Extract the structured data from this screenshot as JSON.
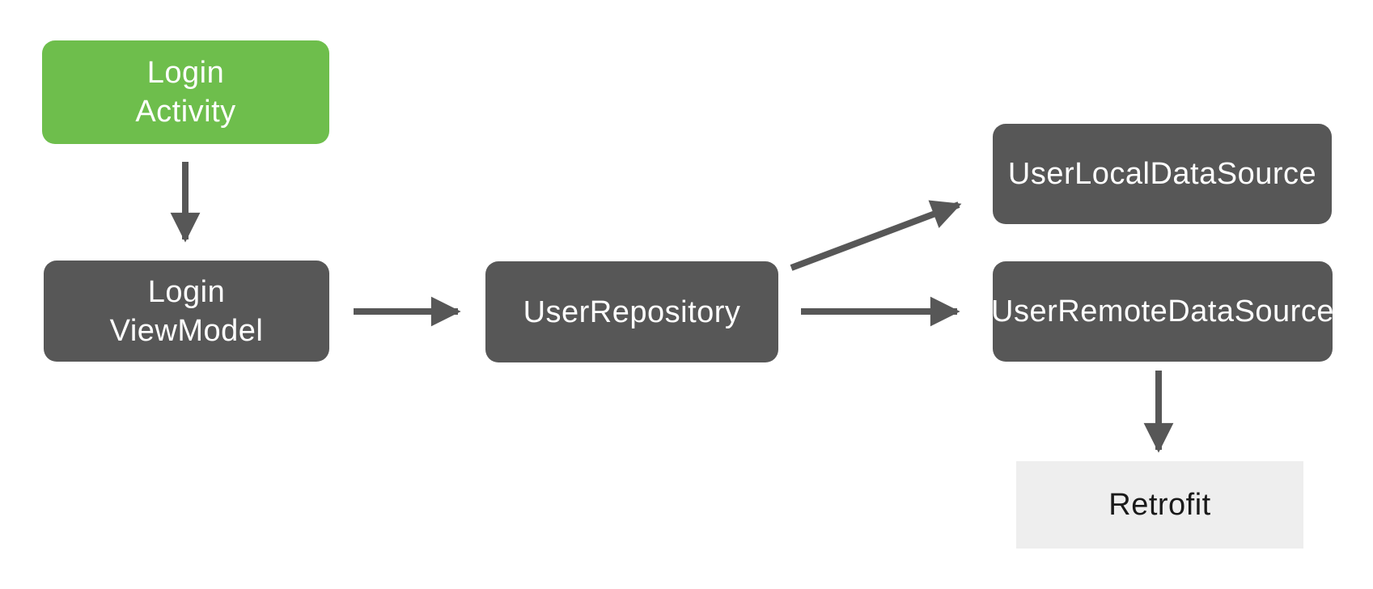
{
  "diagram": {
    "description": "App architecture flow diagram",
    "background_color": "#ffffff",
    "nodes": {
      "login_activity": {
        "label": "Login\nActivity",
        "fill": "#6ebe4c",
        "text_color": "#ffffff",
        "shape": "rounded-rect"
      },
      "login_viewmodel": {
        "label": "Login\nViewModel",
        "fill": "#575757",
        "text_color": "#ffffff",
        "shape": "rounded-rect"
      },
      "user_repository": {
        "label": "UserRepository",
        "fill": "#575757",
        "text_color": "#ffffff",
        "shape": "rounded-rect"
      },
      "user_local_data_source": {
        "label": "UserLocalDataSource",
        "fill": "#575757",
        "text_color": "#ffffff",
        "shape": "rounded-rect"
      },
      "user_remote_data_source": {
        "label": "UserRemoteDataSource",
        "fill": "#575757",
        "text_color": "#ffffff",
        "shape": "rounded-rect"
      },
      "retrofit": {
        "label": "Retrofit",
        "fill": "#eeeeee",
        "text_color": "#1a1a1a",
        "shape": "square-rect"
      }
    },
    "edges": [
      {
        "from": "login_activity",
        "to": "login_viewmodel",
        "direction": "down"
      },
      {
        "from": "login_viewmodel",
        "to": "user_repository",
        "direction": "right"
      },
      {
        "from": "user_repository",
        "to": "user_local_data_source",
        "direction": "up-right"
      },
      {
        "from": "user_repository",
        "to": "user_remote_data_source",
        "direction": "right"
      },
      {
        "from": "user_remote_data_source",
        "to": "retrofit",
        "direction": "down"
      }
    ],
    "arrow_color": "#575757"
  }
}
